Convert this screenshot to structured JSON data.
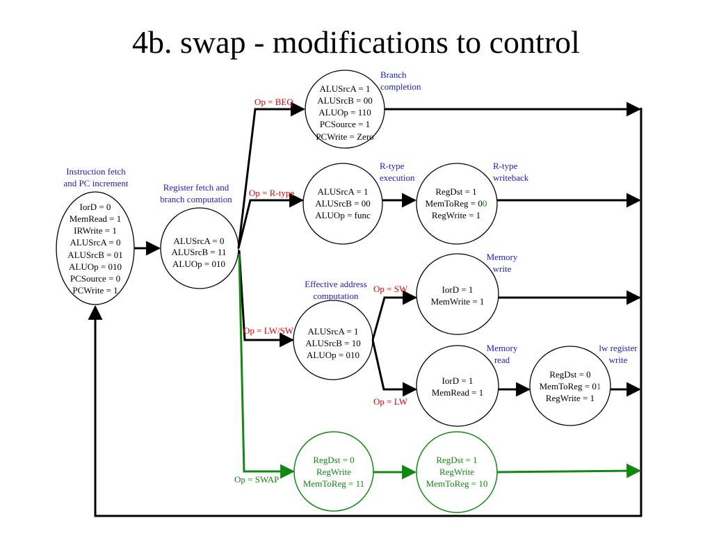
{
  "title": "4b. swap - modifications to control",
  "colors": {
    "state_label": "#1a1acc",
    "condition": "#e00000",
    "modification": "#118811",
    "normal": "#000000"
  },
  "states": {
    "s0": {
      "label": [
        "Instruction fetch",
        "and PC increment"
      ],
      "signals": [
        "IorD = 0",
        "MemRead = 1",
        "IRWrite = 1",
        "ALUSrcA = 0",
        "ALUSrcB = 01",
        "ALUOp = 010",
        "PCSource = 0",
        "PCWrite = 1"
      ]
    },
    "s1": {
      "label": [
        "Register fetch and",
        "branch computation"
      ],
      "signals": [
        "ALUSrcA = 0",
        "ALUSrcB = 11",
        "ALUOp = 010"
      ]
    },
    "s8": {
      "label": [
        "Branch",
        "completion"
      ],
      "signals": [
        "ALUSrcA = 1",
        "ALUSrcB = 00",
        "ALUOp = 110",
        "PCSource = 1",
        "PCWrite = Zero"
      ]
    },
    "s6": {
      "label": [
        "R-type",
        "execution"
      ],
      "signals": [
        "ALUSrcA = 1",
        "ALUSrcB = 00",
        "ALUOp = func"
      ]
    },
    "s7": {
      "label": [
        "R-type",
        "writeback"
      ],
      "signals": [
        "RegDst = 1",
        "MemToReg = 0",
        "RegWrite = 1"
      ],
      "signal_suffix": "0"
    },
    "s2": {
      "label": [
        "Effective address",
        "computation"
      ],
      "signals": [
        "ALUSrcA = 1",
        "ALUSrcB = 10",
        "ALUOp = 010"
      ]
    },
    "s5": {
      "label": [
        "Memory",
        "write"
      ],
      "signals": [
        "IorD = 1",
        "MemWrite = 1"
      ]
    },
    "s3": {
      "label": [
        "Memory",
        "read"
      ],
      "signals": [
        "IorD = 1",
        "MemRead = 1"
      ]
    },
    "s4": {
      "label": [
        "lw register",
        "write"
      ],
      "signals": [
        "RegDst = 0",
        "MemToReg = 0",
        "RegWrite = 1"
      ],
      "signal_suffix": "1"
    },
    "s9": {
      "signals": [
        "RegDst = 0",
        "RegWrite",
        "MemToReg = 11"
      ]
    },
    "s10": {
      "signals": [
        "RegDst = 1",
        "RegWrite",
        "MemToReg = 10"
      ]
    }
  },
  "conditions": {
    "beq": "Op = BEQ",
    "rtype": "Op = R-type",
    "lwsw": "Op = LW/SW",
    "sw": "Op = SW",
    "lw": "Op = LW",
    "swap": "Op = SWAP"
  }
}
